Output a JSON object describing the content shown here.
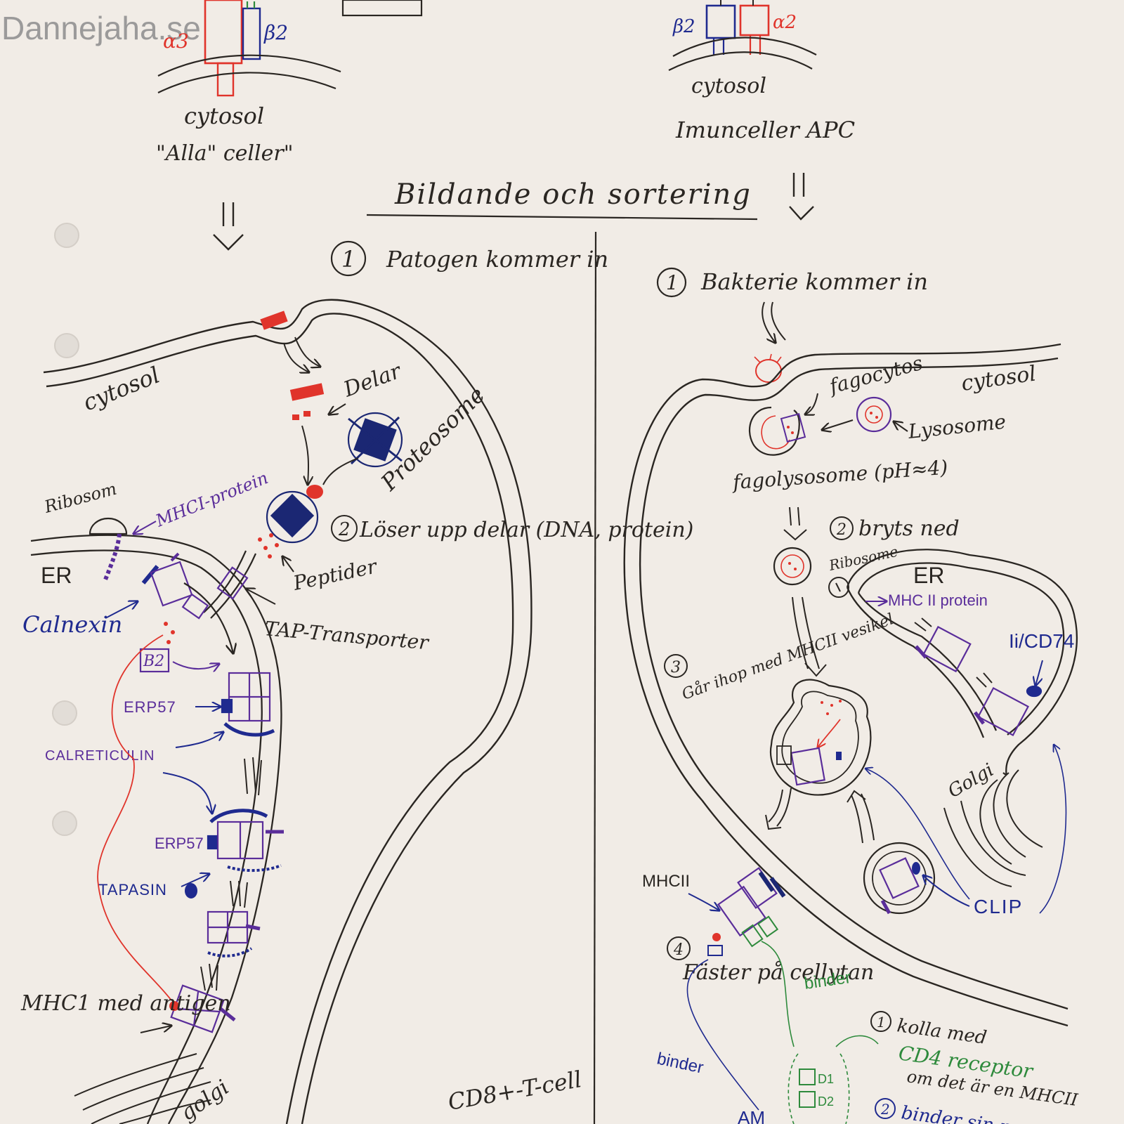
{
  "watermark": "Dannejaha.se",
  "colors": {
    "paper": "#f1ece6",
    "ink": "#2a2622",
    "red": "#e0342b",
    "blue": "#1f2a8f",
    "purple": "#5a2d9a",
    "navy": "#1b2773",
    "green": "#2e8a3c",
    "grey": "#8c8c8c"
  },
  "title": "Bildande och sortering",
  "top_left": {
    "alpha3": "α3",
    "beta2": "β2",
    "region": "cytosol",
    "caption": "\"Alla\" celler\""
  },
  "top_right": {
    "beta2": "β2",
    "alpha2": "α2",
    "region": "cytosol",
    "caption": "Imunceller APC"
  },
  "left": {
    "step1": "Patogen kommer in",
    "step1_num": "1",
    "cytosol": "cytosol",
    "delar": "Delar",
    "proteosome": "Proteosome",
    "step2": "Löser upp delar (DNA, protein)",
    "step2_num": "2",
    "peptider": "Peptider",
    "tap": "TAP-Transporter",
    "ribosom": "Ribosom",
    "mhc1_protein": "MHCI-protein",
    "er": "ER",
    "calnexin": "Calnexin",
    "b2": "B2",
    "erp57_a": "ERP57",
    "calreticulin": "CALRETICULIN",
    "erp57_b": "ERP57",
    "tapasin": "TAPASIN",
    "mhc1_antigen": "MHC1 med antigen",
    "golgi": "golgi",
    "cd8": "CD8+-T-cell"
  },
  "right": {
    "step1": "Bakterie kommer in",
    "step1_num": "1",
    "fagocytos": "fagocytos",
    "cytosol": "cytosol",
    "lysosome": "Lysosome",
    "fagolysosome": "fagolysosome (pH≈4)",
    "step2": "bryts ned",
    "step2_num": "2",
    "ribosome": "Ribosome",
    "er": "ER",
    "mhc2_protein": "MHC II protein",
    "ii_cd74": "Ii/CD74",
    "step3": "Går ihop med MHCII vesikel",
    "step3_num": "3",
    "golgi": "Golgi",
    "clip": "CLIP",
    "mhc2": "MHCII",
    "step4": "Fäster på cellytan",
    "step4_num": "4",
    "binder_green": "binder",
    "binder_blue": "binder",
    "note1": "kolla med",
    "note1_num": "1",
    "cd4": "CD4 receptor",
    "note2": "om det är en MHCII",
    "note3": "binder sin receptor",
    "note3_num": "2",
    "d1": "D1",
    "d2": "D2",
    "tcr_label": "AM"
  }
}
